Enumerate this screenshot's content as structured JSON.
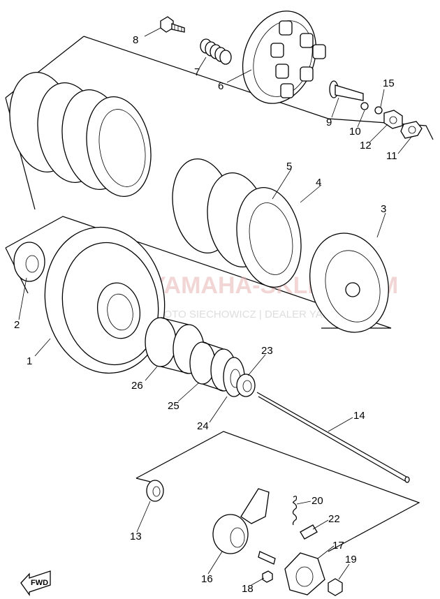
{
  "watermark": {
    "main": "YAMAHA-SKLEP.COM",
    "sub": "MOTO SIECHOWICZ | DEALER YAMAHA"
  },
  "fwd_label": "FWD",
  "callouts": [
    {
      "id": "1",
      "label": "1"
    },
    {
      "id": "2",
      "label": "2"
    },
    {
      "id": "3",
      "label": "3"
    },
    {
      "id": "4",
      "label": "4"
    },
    {
      "id": "5",
      "label": "5"
    },
    {
      "id": "6",
      "label": "6"
    },
    {
      "id": "7",
      "label": "7"
    },
    {
      "id": "8",
      "label": "8"
    },
    {
      "id": "9",
      "label": "9"
    },
    {
      "id": "10",
      "label": "10"
    },
    {
      "id": "11",
      "label": "11"
    },
    {
      "id": "12",
      "label": "12"
    },
    {
      "id": "13",
      "label": "13"
    },
    {
      "id": "14",
      "label": "14"
    },
    {
      "id": "15",
      "label": "15"
    },
    {
      "id": "16",
      "label": "16"
    },
    {
      "id": "17",
      "label": "17"
    },
    {
      "id": "18",
      "label": "18"
    },
    {
      "id": "19",
      "label": "19"
    },
    {
      "id": "20",
      "label": "20"
    },
    {
      "id": "22",
      "label": "22"
    },
    {
      "id": "23",
      "label": "23"
    },
    {
      "id": "24",
      "label": "24"
    },
    {
      "id": "25",
      "label": "25"
    },
    {
      "id": "26",
      "label": "26"
    }
  ]
}
